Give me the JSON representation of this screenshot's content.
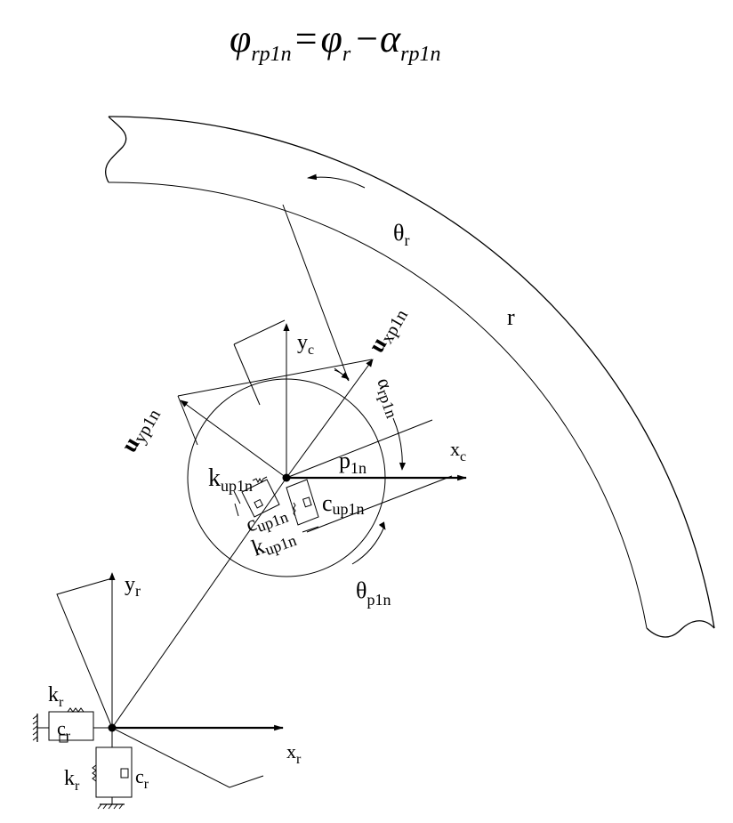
{
  "equation": {
    "lhs_symbol": "φ",
    "lhs_sub": "rp1n",
    "equals": "=",
    "rhs1_symbol": "φ",
    "rhs1_sub": "r",
    "minus": "−",
    "rhs2_symbol": "α",
    "rhs2_sub": "rp1n"
  },
  "labels": {
    "theta_r": {
      "main": "θ",
      "sub": "r"
    },
    "ring": "r",
    "y_c": {
      "main": "y",
      "sub": "c"
    },
    "x_c": {
      "main": "x",
      "sub": "c"
    },
    "u_x": {
      "main": "u",
      "sub": "xp1n"
    },
    "alpha": {
      "main": "α",
      "sub": "rp1n"
    },
    "u_y": {
      "main": "u",
      "sub": "yp1n"
    },
    "p": {
      "main": "p",
      "sub": "1n"
    },
    "k_up1": {
      "main": "k",
      "sub": "up1n"
    },
    "c_up1": {
      "main": "c",
      "sub": "up1n"
    },
    "c_up2": {
      "main": "c",
      "sub": "up1n"
    },
    "k_up2": {
      "main": "k",
      "sub": "up1n"
    },
    "theta_p": {
      "main": "θ",
      "sub": "p1n"
    },
    "y_r": {
      "main": "y",
      "sub": "r"
    },
    "x_r": {
      "main": "x",
      "sub": "r"
    },
    "k_r1": {
      "main": "k",
      "sub": "r"
    },
    "c_r1": {
      "main": "c",
      "sub": "r"
    },
    "k_r2": {
      "main": "k",
      "sub": "r"
    },
    "c_r2": {
      "main": "c",
      "sub": "r"
    }
  },
  "colors": {
    "ink": "#000000",
    "background": "#ffffff"
  }
}
